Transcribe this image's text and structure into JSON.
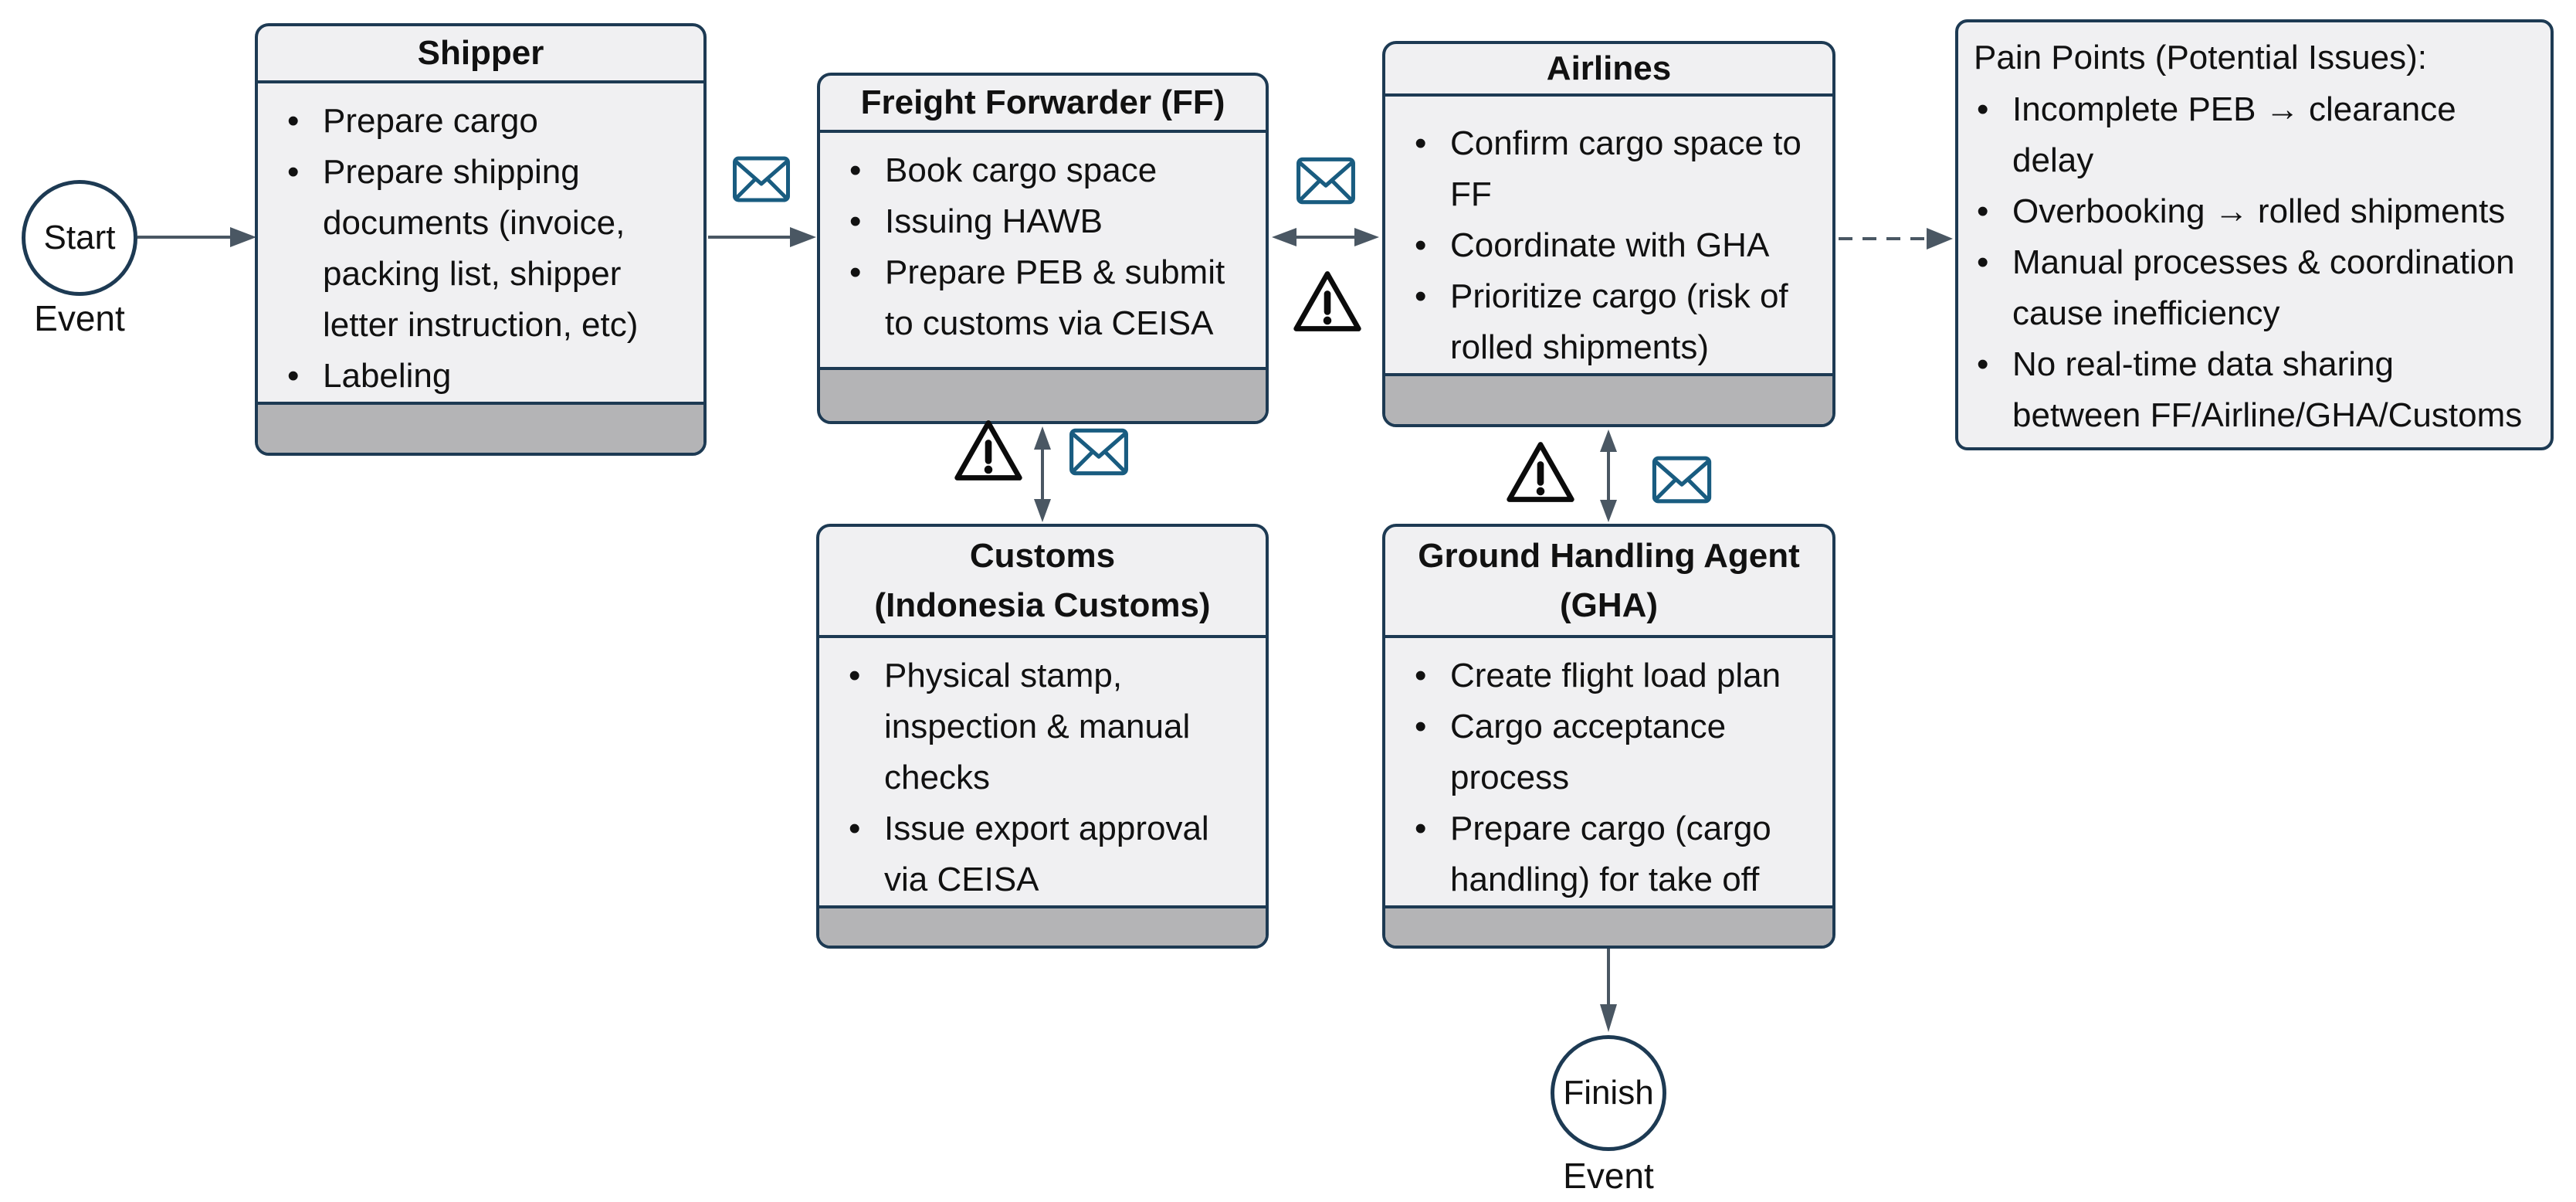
{
  "diagram": {
    "colors": {
      "box_border": "#1d3a53",
      "box_fill": "#f0f0f2",
      "footer_fill": "#b4b4b6",
      "arrow": "#4a5763",
      "envelope": "#195c80",
      "warning": "#0b0b0b",
      "text": "#111111",
      "background": "#ffffff"
    },
    "start_event": {
      "label": "Start",
      "caption": "Event"
    },
    "finish_event": {
      "label": "Finish",
      "caption": "Event"
    },
    "boxes": {
      "shipper": {
        "title": "Shipper",
        "bullets": [
          "Prepare cargo",
          "Prepare shipping documents (invoice, packing list, shipper letter instruction, etc)",
          "Labeling"
        ]
      },
      "freight_forwarder": {
        "title": "Freight Forwarder (FF)",
        "bullets": [
          "Book cargo space",
          "Issuing HAWB",
          "Prepare PEB & submit to customs via CEISA"
        ]
      },
      "airlines": {
        "title": "Airlines",
        "bullets": [
          "Confirm cargo space to FF",
          "Coordinate with GHA",
          "Prioritize cargo (risk of rolled shipments)"
        ]
      },
      "customs": {
        "title_line1": "Customs",
        "title_line2": "(Indonesia Customs)",
        "bullets": [
          "Physical stamp, inspection & manual checks",
          "Issue export approval via CEISA"
        ]
      },
      "gha": {
        "title_line1": "Ground Handling Agent",
        "title_line2": "(GHA)",
        "bullets": [
          "Create flight load plan",
          "Cargo acceptance process",
          "Prepare cargo (cargo handling) for take off"
        ]
      }
    },
    "pain_points": {
      "title": "Pain Points (Potential Issues):",
      "bullets": [
        "Incomplete PEB → clearance delay",
        "Overbooking → rolled shipments",
        "Manual processes & coordination cause inefficiency",
        "No real-time data sharing between FF/Airline/GHA/Customs"
      ]
    },
    "icons": {
      "message": "envelope-icon",
      "risk": "warning-icon"
    }
  }
}
